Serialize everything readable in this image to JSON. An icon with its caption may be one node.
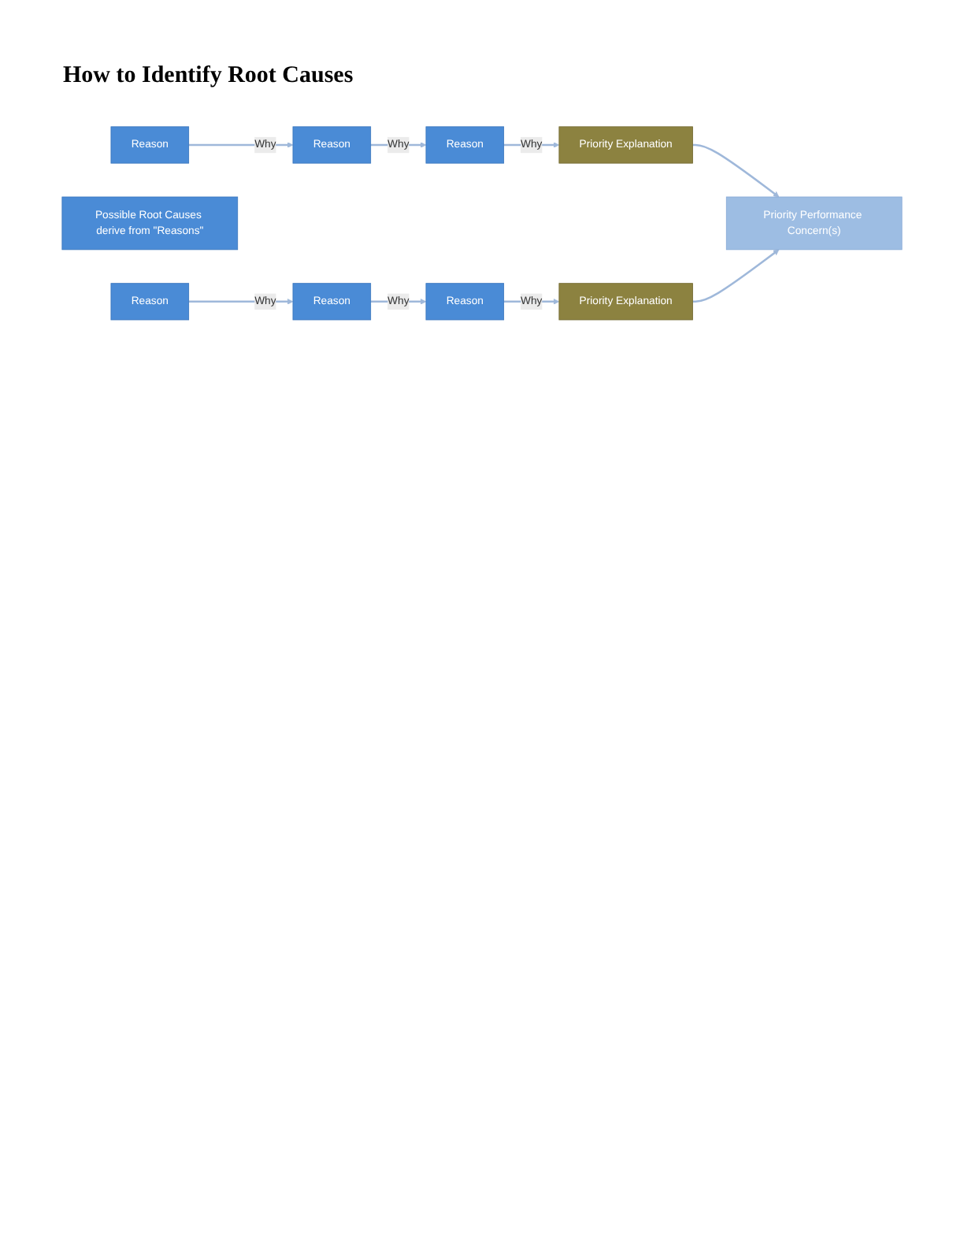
{
  "diagram": {
    "title": "How to Identify Root Causes",
    "nodes": [
      {
        "text": [
          "Reason"
        ]
      },
      {
        "text": [
          "Reason"
        ]
      },
      {
        "text": [
          "Reason"
        ]
      },
      {
        "text": [
          "Priority Explanation"
        ]
      },
      {
        "text": [
          "Priority Performance Concern(s)"
        ]
      },
      {
        "text": [
          "Possible Root Causes derive from \"Reasons\""
        ]
      },
      {
        "text": [
          "Reason"
        ]
      },
      {
        "text": [
          "Reason"
        ]
      },
      {
        "text": [
          "Reason"
        ]
      },
      {
        "text": [
          "Priority Explanation"
        ]
      }
    ],
    "edges": [
      {
        "from": 0,
        "to": 1,
        "arrow": "to",
        "label": "Why"
      },
      {
        "from": 1,
        "to": 2,
        "arrow": "to",
        "label": "Why"
      },
      {
        "from": 2,
        "to": 3,
        "arrow": "to",
        "label": "Why"
      },
      {
        "from": 3,
        "to": 4,
        "arrow": "to"
      },
      {
        "from": 6,
        "to": 7,
        "arrow": "to",
        "label": "Why"
      },
      {
        "from": 7,
        "to": 8,
        "arrow": "to",
        "label": "Why"
      },
      {
        "from": 8,
        "to": 9,
        "arrow": "to",
        "label": "Why"
      },
      {
        "from": 9,
        "to": 4,
        "arrow": "to"
      }
    ]
  }
}
